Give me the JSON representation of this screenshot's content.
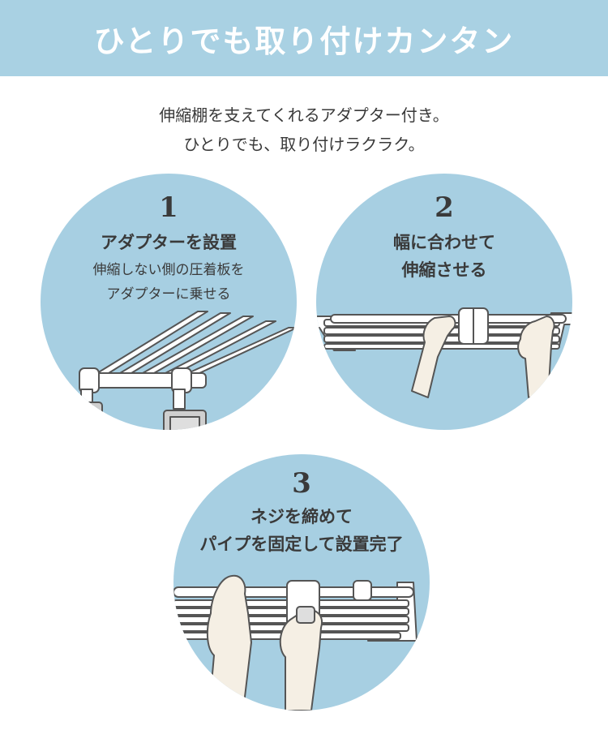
{
  "header": {
    "title": "ひとりでも取り付けカンタン"
  },
  "intro": {
    "line1": "伸縮棚を支えてくれるアダプター付き。",
    "line2": "ひとりでも、取り付けラクラク。"
  },
  "steps": [
    {
      "number": "1",
      "title_lines": [
        "アダプターを設置"
      ],
      "desc_lines": [
        "伸縮しない側の圧着板を",
        "アダプターに乗せる"
      ]
    },
    {
      "number": "2",
      "title_lines": [
        "幅に合わせて",
        "伸縮させる"
      ],
      "desc_lines": []
    },
    {
      "number": "3",
      "title_lines": [
        "ネジを締めて",
        "パイプを固定して設置完了"
      ],
      "desc_lines": []
    }
  ],
  "colors": {
    "banner": "#a9d1e3",
    "circle": "#a7cfe2",
    "text": "#3a3a3a",
    "shelf": "#ffffff",
    "outline": "#555555",
    "skin": "#f5efe4"
  }
}
